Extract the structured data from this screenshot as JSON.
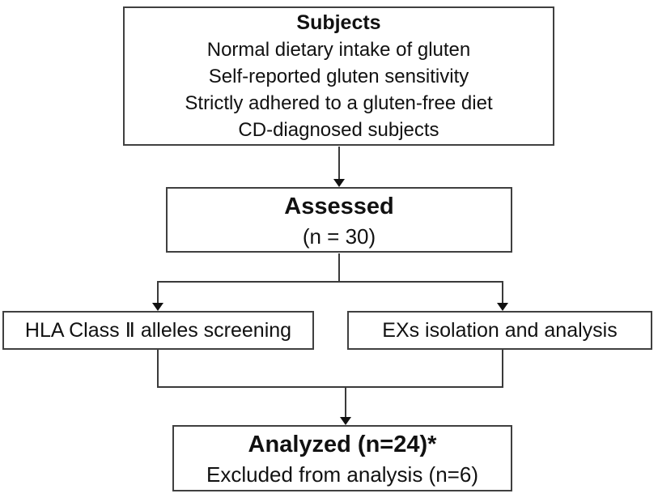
{
  "flowchart": {
    "subjects": {
      "title": "Subjects",
      "lines": [
        "Normal dietary intake of gluten",
        "Self-reported gluten sensitivity",
        "Strictly adhered to a gluten-free diet",
        "CD-diagnosed subjects"
      ]
    },
    "assessed": {
      "title": "Assessed",
      "subtitle": "(n = 30)"
    },
    "hla": {
      "prefix": "HLA Class ",
      "numeral": "Ⅱ",
      "suffix": " alleles screening"
    },
    "exs": {
      "label": "EXs isolation and analysis"
    },
    "analyzed": {
      "title": "Analyzed (n=24)*",
      "subtitle": "Excluded from analysis (n=6)"
    }
  },
  "colors": {
    "border": "#404040",
    "line": "#3a3a3a",
    "arrow": "#111111",
    "text": "#111111",
    "background": "#ffffff"
  }
}
